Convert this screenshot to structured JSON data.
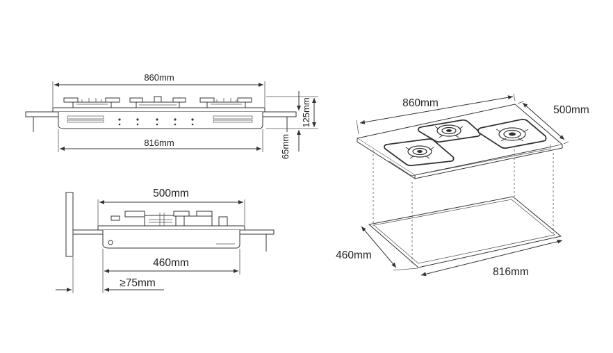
{
  "front_view": {
    "width_top": "860mm",
    "width_bottom": "816mm",
    "height_total": "125mm",
    "height_body": "65mm"
  },
  "side_view": {
    "depth_top": "500mm",
    "depth_bottom": "460mm",
    "clearance": "≥75mm"
  },
  "iso_view": {
    "width_top": "860mm",
    "depth_top": "500mm",
    "depth_cutout": "460mm",
    "width_cutout": "816mm"
  },
  "colors": {
    "line": "#333333",
    "background": "#ffffff"
  }
}
